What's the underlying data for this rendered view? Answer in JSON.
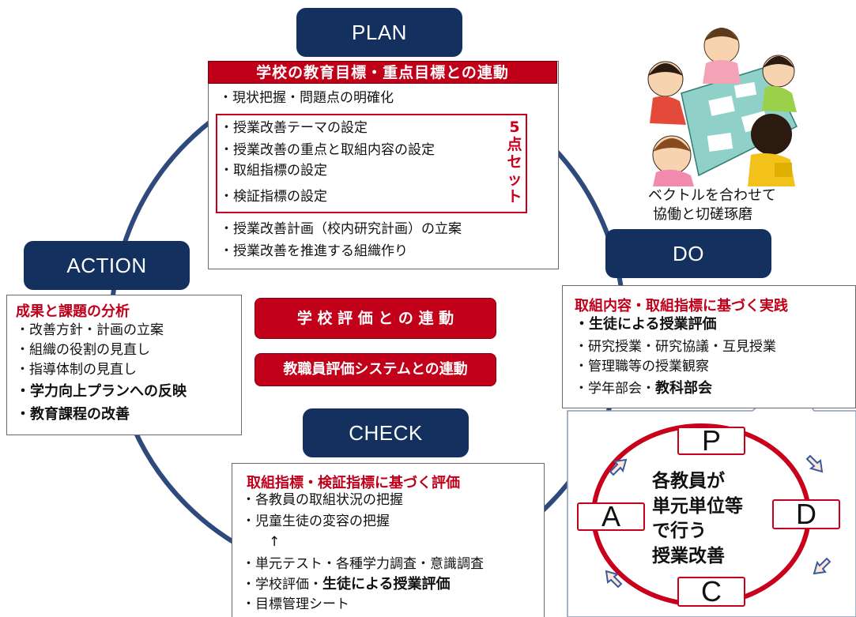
{
  "phases": {
    "plan": "PLAN",
    "do": "DO",
    "check": "CHECK",
    "action": "ACTION"
  },
  "plan": {
    "header": "学校の教育目標・重点目標との連動",
    "first": "・現状把握・問題点の明確化",
    "set_items": [
      "・授業改善テーマの設定",
      "・授業改善の重点と取組内容の設定",
      "・取組指標の設定",
      "・検証指標の設定"
    ],
    "set_label": [
      "5",
      "点",
      "セ",
      "ッ",
      "ト"
    ],
    "after": [
      "・授業改善計画（校内研究計画）の立案",
      "・授業改善を推進する組織作り"
    ]
  },
  "do": {
    "title": "取組内容・取組指標に基づく実践",
    "items": [
      "・生徒による授業評価",
      "・研究授業・研究協議・互見授業",
      "・管理職等の授業観察",
      "・学年部会・",
      "教科部会"
    ]
  },
  "check": {
    "title": "取組指標・検証指標に基づく評価",
    "items": [
      "・各教員の取組状況の把握",
      "・児童生徒の変容の把握",
      "↑",
      "・単元テスト・各種学力調査・意識調査",
      "・学校評価・",
      "生徒による授業評価",
      "・目標管理シート"
    ]
  },
  "action": {
    "title": "成果と課題の分析",
    "items": [
      "・改善方針・計画の立案",
      "・組織の役割の見直し",
      "・指導体制の見直し",
      "・学力向上プランへの反映",
      "・教育課程の改善"
    ]
  },
  "center": {
    "pill1": "学 校 評 価 と の 連 動",
    "pill2": "教職員評価システムとの連動"
  },
  "illustration_caption": [
    "ベクトルを合わせて",
    "協働と切磋琢磨"
  ],
  "inner_cycle": {
    "p": "P",
    "d": "D",
    "c": "C",
    "a": "A",
    "lines": [
      "各教員が",
      "単元単位等",
      "で行う",
      "授業改善"
    ]
  },
  "colors": {
    "navy": "#13305f",
    "circle": "#2e4a7c",
    "red": "#c8001c"
  }
}
